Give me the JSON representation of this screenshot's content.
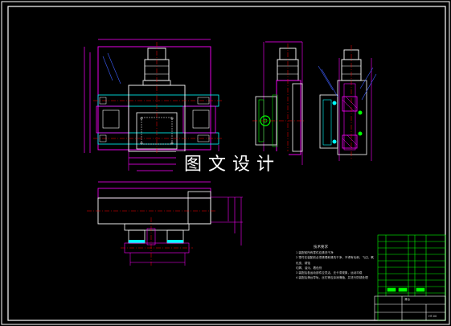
{
  "watermark": {
    "text": "图文设计"
  },
  "notes": {
    "title": "技术要求",
    "items": [
      "1  装配前所有零件应清洗干净",
      "2  零件在装配前必须清理和清洗干净，不得有毛刺、飞边、氧化皮、锈蚀",
      "   切屑、油污、着色剂",
      "3  装配后各运动部件应灵活、无卡滞现象，运动平稳",
      "4  装配后滑台导轨、丝杠等应涂润滑脂，并进行防锈处理"
    ]
  },
  "title_block": {
    "drawing_name": "滑台",
    "code": "HT-00"
  },
  "colors": {
    "background": "#000000",
    "frame": "#ffffff",
    "outline": "#ff00ff",
    "construction": "#00ffff",
    "centerline": "#ff0000",
    "leader": "#3f5fff",
    "motor": "#ffffff",
    "table_lines": "#00ff00"
  },
  "icons": {
    "marker": "ring-marker-icon"
  }
}
